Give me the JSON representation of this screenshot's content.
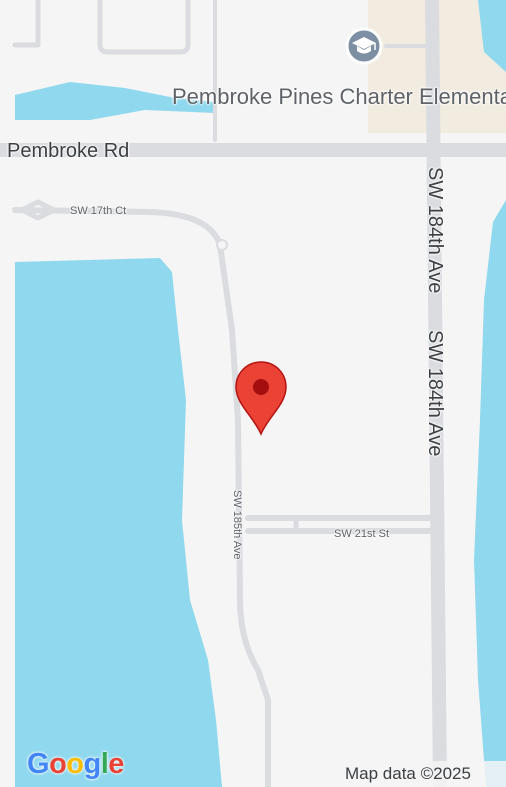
{
  "map": {
    "poi": {
      "name": "Pembroke Pines Charter Elementary...",
      "icon": "graduation-cap-icon"
    },
    "roads": {
      "pembroke_rd": "Pembroke Rd",
      "sw_17th_ct": "SW 17th Ct",
      "sw_184th_ave_1": "SW 184th Ave",
      "sw_184th_ave_2": "SW 184th Ave",
      "sw_185th_ave": "SW 185th Ave",
      "sw_21st_st": "SW 21st St"
    },
    "marker_icon": "map-pin-icon",
    "logo": {
      "letters": [
        "G",
        "o",
        "o",
        "g",
        "l",
        "e"
      ],
      "colors": [
        "#4285F4",
        "#EA4335",
        "#FBBC05",
        "#4285F4",
        "#34A853",
        "#EA4335"
      ]
    },
    "attribution": "Map data ©2025",
    "colors": {
      "land": "#f5f5f5",
      "water": "#8fd8ee",
      "school": "#f2ece0",
      "road": "#dadce0",
      "marker": "#ea4335"
    }
  }
}
